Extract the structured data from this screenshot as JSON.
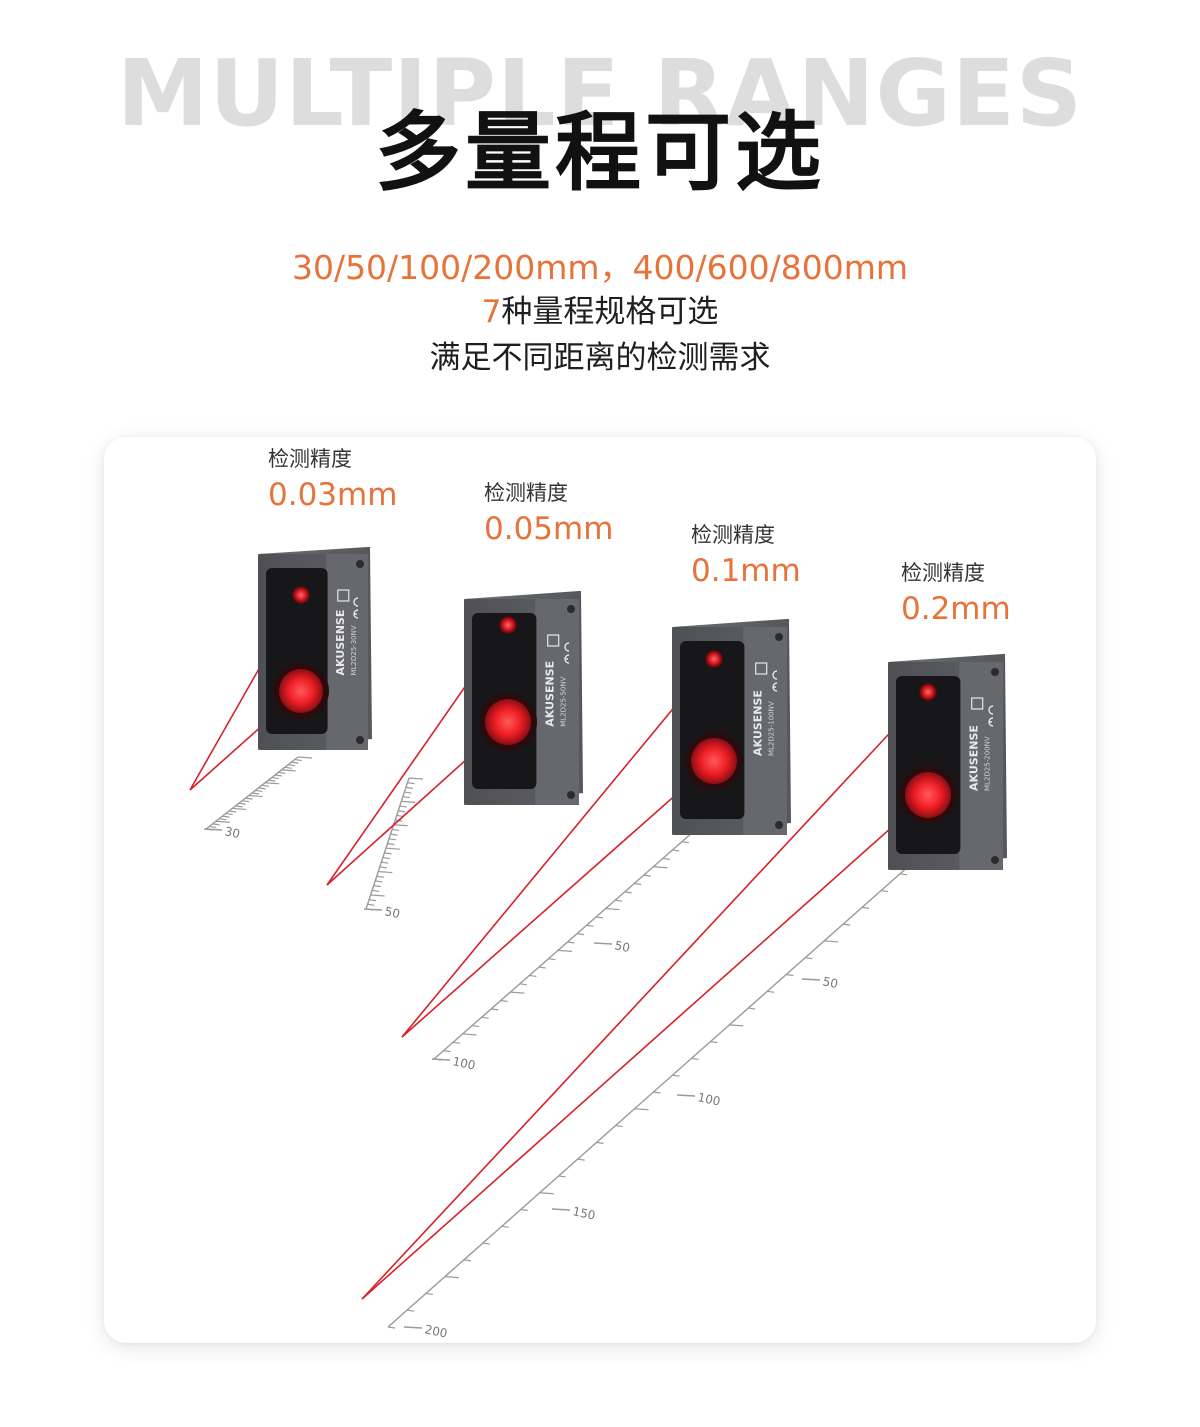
{
  "header": {
    "bg_title": "MULTIPLE RANGES",
    "title": "多量程可选",
    "ranges": "30/50/100/200mm，400/600/800mm",
    "spec_num": "7",
    "spec_rest": "种量程规格可选",
    "need": "满足不同距离的检测需求"
  },
  "products": [
    {
      "label": "检测精度",
      "value": "0.03mm",
      "brand": "AKUSENSE",
      "model": "ML2D25-30NV",
      "ticks": [
        "30"
      ]
    },
    {
      "label": "检测精度",
      "value": "0.05mm",
      "brand": "AKUSENSE",
      "model": "ML2D25-50NV",
      "ticks": [
        "50"
      ]
    },
    {
      "label": "检测精度",
      "value": "0.1mm",
      "brand": "AKUSENSE",
      "model": "ML2D25-100NV",
      "ticks": [
        "50",
        "100"
      ]
    },
    {
      "label": "检测精度",
      "value": "0.2mm",
      "brand": "AKUSENSE",
      "model": "ML2D25-200NV",
      "ticks": [
        "50",
        "100",
        "150",
        "200"
      ]
    }
  ],
  "colors": {
    "accent": "#e8733a",
    "laser": "#d8202b",
    "sensor_body": "#5b5d61",
    "scale_line": "#9a9a9a"
  },
  "icons": {
    "ce_mark": "ce-mark-icon",
    "certification": "certification-icon"
  }
}
